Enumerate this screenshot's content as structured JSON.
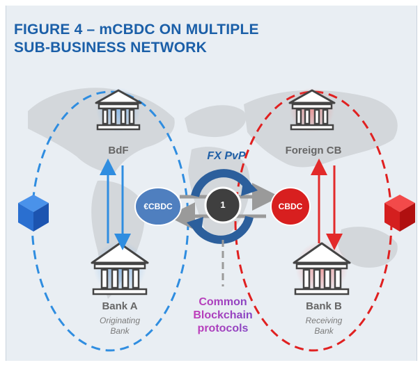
{
  "figure": {
    "title_line1": "FIGURE 4 – mCBDC ON MULTIPLE",
    "title_line2": "SUB-BUSINESS NETWORK"
  },
  "left": {
    "top_node": "BdF",
    "bottom_node": "Bank A",
    "bottom_sub1": "Originating",
    "bottom_sub2": "Bank",
    "currency": "€CBDC",
    "color": "#2f8de0"
  },
  "right": {
    "top_node": "Foreign CB",
    "bottom_node": "Bank B",
    "bottom_sub1": "Receiving",
    "bottom_sub2": "Bank",
    "currency": "CBDC",
    "color": "#e02020"
  },
  "center": {
    "fx_label": "FX PvP",
    "step": "1",
    "common_line1": "Common",
    "common_line2": "Blockchain",
    "common_line3": "protocols"
  },
  "icons": [
    "bank-icon",
    "cube-icon",
    "exchange-cycle-icon"
  ]
}
